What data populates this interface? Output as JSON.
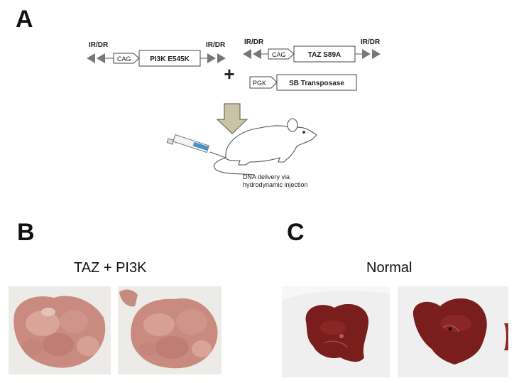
{
  "panels": {
    "a": {
      "letter": "A"
    },
    "b": {
      "letter": "B",
      "caption": "TAZ + PI3K"
    },
    "c": {
      "letter": "C",
      "caption": "Normal"
    }
  },
  "constructs": {
    "pi3k": {
      "left_itr": "IR/DR",
      "promoter": "CAG",
      "gene": "PI3K E545K",
      "right_itr": "IR/DR"
    },
    "taz": {
      "left_itr": "IR/DR",
      "promoter": "CAG",
      "gene": "TAZ S89A",
      "right_itr": "IR/DR"
    },
    "transposase": {
      "promoter": "PGK",
      "gene": "SB Transposase"
    },
    "plus_sign": "+"
  },
  "injection": {
    "caption_line1": "DNA delivery via",
    "caption_line2": "hydrodynamic injection"
  },
  "colors": {
    "tumor_liver": "#c98a80",
    "normal_liver": "#7a1d1d",
    "arrow_fill": "#c9c4a8",
    "itr_triangle": "#777777"
  }
}
